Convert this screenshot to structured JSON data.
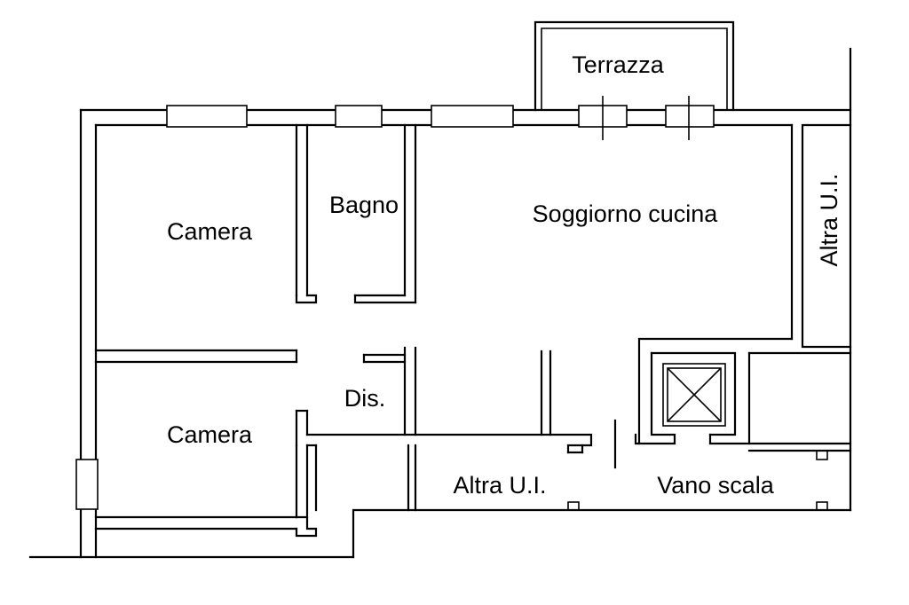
{
  "plan": {
    "rooms": {
      "terrace": "Terrazza",
      "bedroom_top": "Camera",
      "bathroom": "Bagno",
      "living_kitchen": "Soggiorno cucina",
      "other_unit_right": "Altra U.I.",
      "hallway": "Dis.",
      "bedroom_bottom": "Camera",
      "other_unit_bottom": "Altra U.I.",
      "stairwell": "Vano scala"
    },
    "icons": {
      "elevator": "elevator-shaft-icon"
    },
    "colors": {
      "line": "#000000",
      "background": "#ffffff"
    }
  }
}
